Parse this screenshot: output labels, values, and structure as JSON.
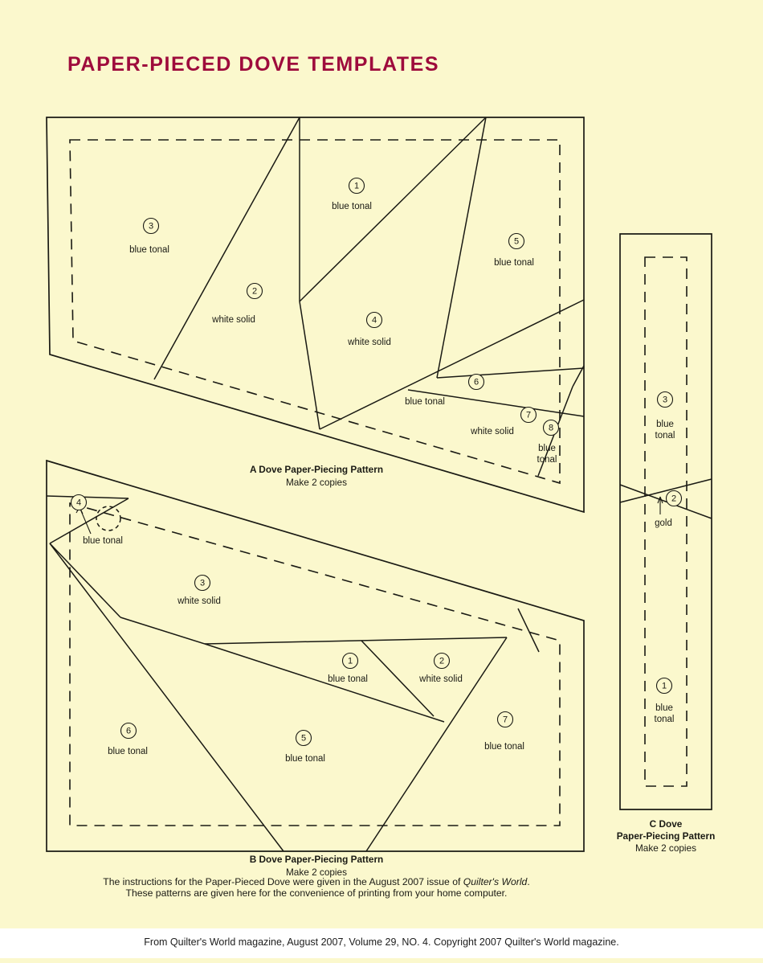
{
  "page": {
    "title": "PAPER-PIECED DOVE TEMPLATES",
    "background_color": "#fbf8cd",
    "title_color": "#9e0b3c",
    "line_color": "#1a1a14",
    "footer": "From Quilter's World magazine, August 2007, Volume 29, NO. 4. Copyright 2007 Quilter's World magazine."
  },
  "templates": {
    "a": {
      "caption_title": "A Dove Paper-Piecing Pattern",
      "caption_sub": "Make 2 copies",
      "pieces": [
        {
          "number": "1",
          "fabric": "blue tonal"
        },
        {
          "number": "2",
          "fabric": "white solid"
        },
        {
          "number": "3",
          "fabric": "blue tonal"
        },
        {
          "number": "4",
          "fabric": "white solid"
        },
        {
          "number": "5",
          "fabric": "blue tonal"
        },
        {
          "number": "6",
          "fabric": "blue tonal"
        },
        {
          "number": "7",
          "fabric": "white solid"
        },
        {
          "number": "8",
          "fabric_line1": "blue",
          "fabric_line2": "tonal"
        }
      ]
    },
    "b": {
      "caption_title": "B Dove Paper-Piecing Pattern",
      "caption_sub": "Make 2 copies",
      "pieces": [
        {
          "number": "1",
          "fabric": "blue tonal"
        },
        {
          "number": "2",
          "fabric": "white solid"
        },
        {
          "number": "3",
          "fabric": "white solid"
        },
        {
          "number": "4",
          "fabric": "blue tonal"
        },
        {
          "number": "5",
          "fabric": "blue tonal"
        },
        {
          "number": "6",
          "fabric": "blue tonal"
        },
        {
          "number": "7",
          "fabric": "blue tonal"
        }
      ]
    },
    "c": {
      "caption_title1": "C Dove",
      "caption_title2": "Paper-Piecing Pattern",
      "caption_sub": "Make 2 copies",
      "pieces": [
        {
          "number": "1",
          "fabric_line1": "blue",
          "fabric_line2": "tonal"
        },
        {
          "number": "2",
          "fabric": "gold"
        },
        {
          "number": "3",
          "fabric_line1": "blue",
          "fabric_line2": "tonal"
        }
      ]
    }
  },
  "instructions": {
    "line1_a": "The instructions for the Paper-Pieced Dove were given in the August 2007 issue of ",
    "line1_italic": "Quilter's World",
    "line1_b": ".",
    "line2": "These patterns are given here for the convenience of printing from your home computer."
  }
}
